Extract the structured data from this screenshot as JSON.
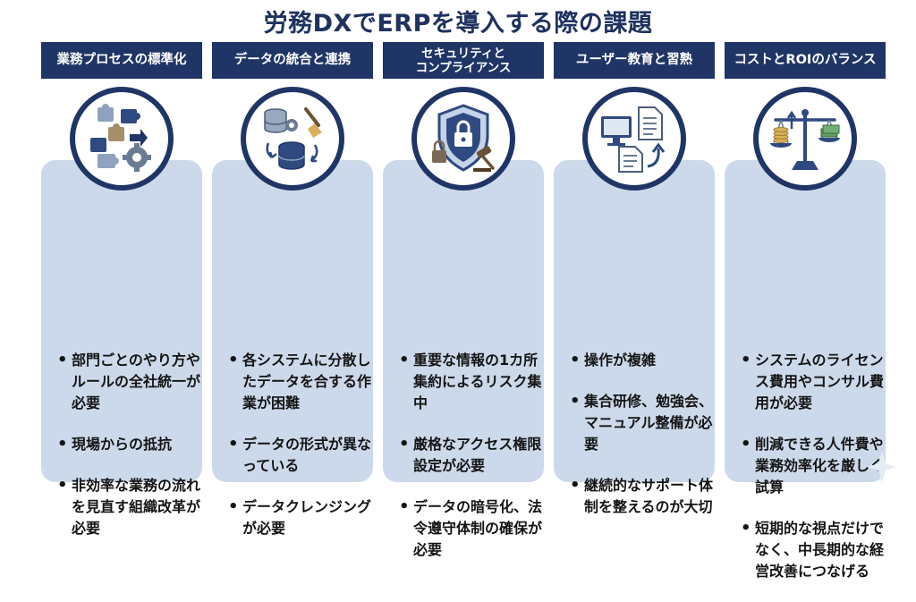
{
  "title": "労務DXでERPを導入する際の課題",
  "columns": [
    {
      "header": "業務プロセスの標準化",
      "icon": "puzzle-gears-icon",
      "bullets": [
        "部門ごとのやり方やルールの全社統一が必要",
        "現場からの抵抗",
        "非効率な業務の流れを見直す組織改革が必要"
      ]
    },
    {
      "header": "データの統合と連携",
      "icon": "database-brush-icon",
      "bullets": [
        "各システムに分散したデータを合する作業が困難",
        "データの形式が異なっている",
        "データクレンジングが必要"
      ]
    },
    {
      "header": "セキュリティと\nコンプライアンス",
      "icon": "shield-lock-gavel-icon",
      "bullets": [
        "重要な情報の1カ所集約によるリスク集中",
        "厳格なアクセス権限設定が必要",
        "データの暗号化、法令遵守体制の確保が必要"
      ]
    },
    {
      "header": "ユーザー教育と習熟",
      "icon": "computer-documents-icon",
      "bullets": [
        "操作が複雑",
        "集合研修、勉強会、マニュアル整備が必要",
        "継続的なサポート体制を整えるのが大切"
      ]
    },
    {
      "header": "コストとROIのバランス",
      "icon": "scale-coins-money-icon",
      "bullets": [
        "システムのライセンス費用やコンサル費用が必要",
        "削減できる人件費や業務効率化を厳しく試算",
        "短期的な視点だけでなく、中長期的な経営改善につなげる"
      ]
    }
  ],
  "colors": {
    "header_bg": "#1f3566",
    "card_bg": "#ccd9ea",
    "title": "#1f3260",
    "circle_border": "#1f3566"
  }
}
